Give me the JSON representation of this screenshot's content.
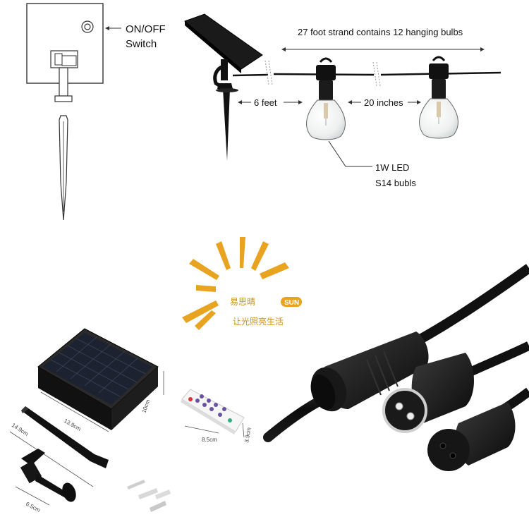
{
  "diagram": {
    "switch_label_line1": "ON/OFF",
    "switch_label_line2": "Switch",
    "strand_label": "27 foot strand contains 12 hanging bulbs",
    "distance_first_bulb": "6 feet",
    "bulb_spacing": "20 inches",
    "bulb_label_line1": "1W LED",
    "bulb_label_line2": "S14 bubls"
  },
  "brand": {
    "name": "易思晴",
    "badge": "SUN",
    "slogan": "让光照亮生活",
    "color": "#e8a320"
  },
  "dimensions": {
    "panel_width": "13.9cm",
    "panel_height": "10cm",
    "stake_length": "14.9cm",
    "bracket_width": "6.5cm",
    "remote_width": "8.5cm",
    "remote_height": "3.9cm"
  },
  "icons": [
    "solar-panel-icon",
    "ground-stake-icon",
    "wall-bracket-icon",
    "remote-control-icon",
    "waterproof-connector-icon",
    "sun-logo-icon"
  ]
}
